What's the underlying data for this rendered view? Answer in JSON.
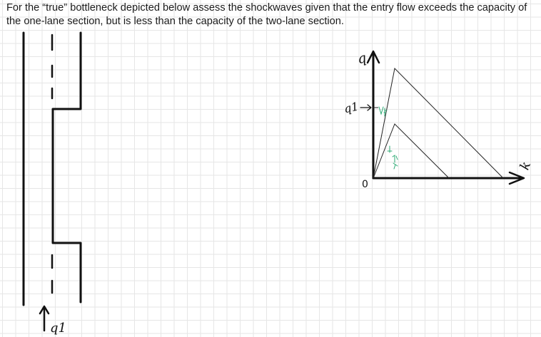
{
  "question": {
    "text": "For the “true” bottleneck depicted below assess the shockwaves given that the entry flow exceeds the capacity of the one-lane section, but is less than the capacity of the two-lane section."
  },
  "sketch_labels": {
    "q_axis": "q",
    "k_axis": "k",
    "origin": "0",
    "q1_level": "q1",
    "entry_flow": "q1"
  },
  "colors": {
    "ink": "#111111",
    "annotation": "#2aa872",
    "grid": "#e6e6e6"
  }
}
